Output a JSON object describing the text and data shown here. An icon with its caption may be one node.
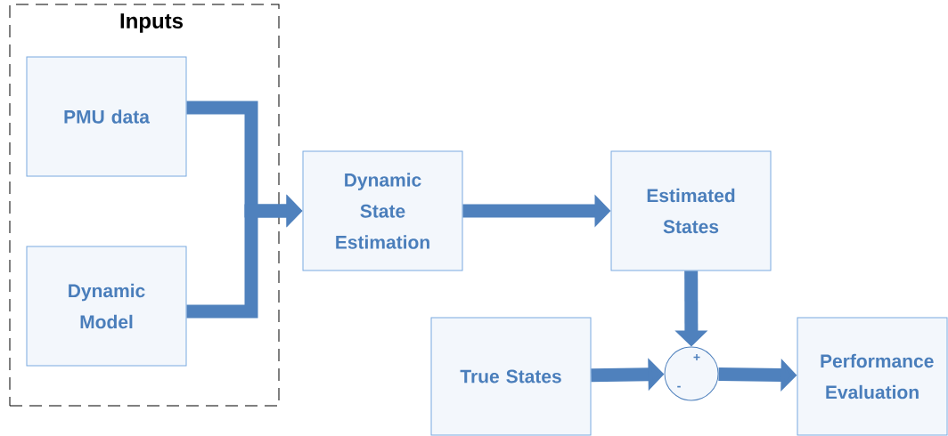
{
  "diagram": {
    "nodes": [
      {
        "text": [
          "Inputs"
        ]
      },
      {
        "text": [
          "PMU data"
        ],
        "in": 0
      },
      {
        "text": [
          "Dynamic Model"
        ],
        "in": 0
      },
      {
        "text": [
          "Dynamic State Estimation"
        ]
      },
      {
        "text": [
          "Estimated States"
        ]
      },
      {
        "text": [
          "True States"
        ]
      },
      {
        "text": [
          "+",
          "-"
        ]
      },
      {
        "text": [
          "Performance Evaluation"
        ]
      }
    ],
    "edges": [
      {
        "from": 1,
        "to": 3,
        "arrow": "to"
      },
      {
        "from": 2,
        "to": 3,
        "arrow": "to"
      },
      {
        "from": 3,
        "to": 4,
        "arrow": "to"
      },
      {
        "from": 4,
        "to": 6,
        "arrow": "to"
      },
      {
        "from": 5,
        "to": 6,
        "arrow": "to"
      },
      {
        "from": 6,
        "to": 7,
        "arrow": "to"
      }
    ]
  }
}
